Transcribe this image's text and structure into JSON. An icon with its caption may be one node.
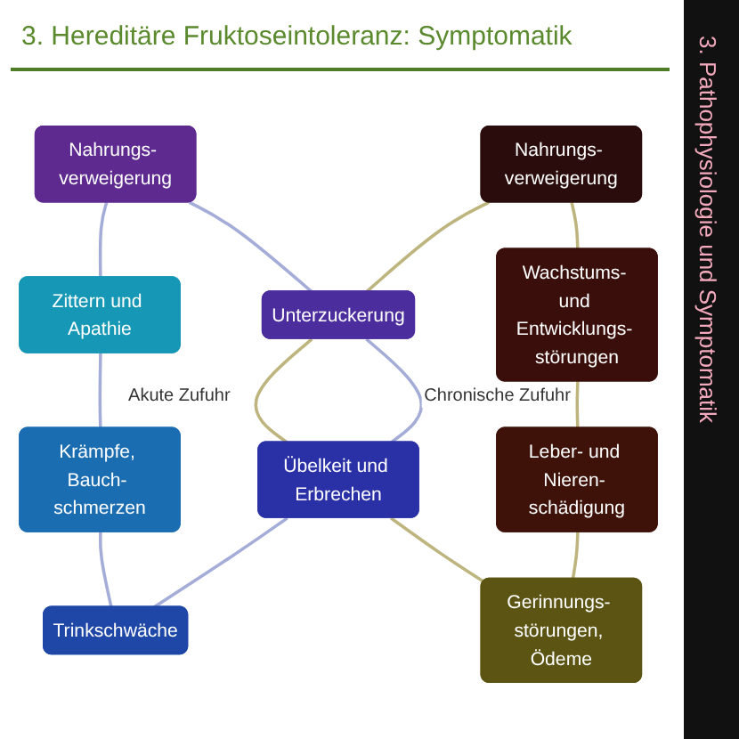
{
  "diagram": {
    "title": "3. Hereditäre Fruktoseintoleranz: Symptomatik",
    "nodes": [
      {
        "text": [
          "Nahrungs- verweigerung"
        ]
      },
      {
        "text": [
          "Nahrungs- verweigerung"
        ]
      },
      {
        "text": [
          "Wachstums- und Entwicklungs- störungen"
        ]
      },
      {
        "text": [
          "Zittern und Apathie"
        ]
      },
      {
        "text": [
          "Unterzuckerung"
        ]
      },
      {
        "text": [
          "Leber- und Nieren- schädigung"
        ]
      },
      {
        "text": [
          "Krämpfe, Bauch- schmerzen"
        ]
      },
      {
        "text": [
          "Übelkeit und Erbrechen"
        ]
      },
      {
        "text": [
          "Gerinnungs- störungen, Ödeme"
        ]
      },
      {
        "text": [
          "Trinkschwäche"
        ]
      }
    ],
    "edges": [
      {
        "from": 0,
        "to": 3,
        "arrow": "none",
        "color": "#a4acd8"
      },
      {
        "from": 0,
        "to": 4,
        "arrow": "none",
        "color": "#a4acd8"
      },
      {
        "from": 1,
        "to": 4,
        "arrow": "none",
        "color": "#bdb47e"
      },
      {
        "from": 1,
        "to": 2,
        "arrow": "none",
        "color": "#bdb47e"
      },
      {
        "from": 4,
        "to": 7,
        "arrow": "none",
        "color": "#bdb47e"
      },
      {
        "from": 4,
        "to": 7,
        "arrow": "none",
        "color": "#a4acd8"
      },
      {
        "from": 3,
        "to": 6,
        "arrow": "none",
        "color": "#a4acd8"
      },
      {
        "from": 2,
        "to": 5,
        "arrow": "none",
        "color": "#bdb47e"
      },
      {
        "from": 6,
        "to": 9,
        "arrow": "none",
        "color": "#a4acd8"
      },
      {
        "from": 7,
        "to": 9,
        "arrow": "none",
        "color": "#a4acd8"
      },
      {
        "from": 7,
        "to": 8,
        "arrow": "none",
        "color": "#bdb47e"
      },
      {
        "from": 5,
        "to": 8,
        "arrow": "none",
        "color": "#bdb47e"
      }
    ],
    "labels": [
      "Akute Zufuhr",
      "Chronische Zufuhr",
      "3. Pathophysiologie und Symptomatik"
    ]
  }
}
